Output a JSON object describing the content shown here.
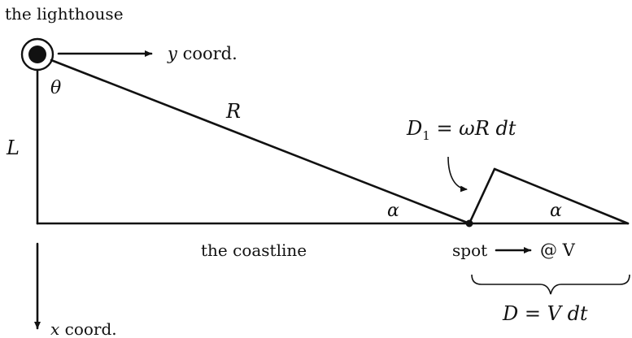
{
  "labels": {
    "lighthouse": "the lighthouse",
    "y_coord_var": "y",
    "y_coord_word": "coord.",
    "theta": "θ",
    "R": "R",
    "L": "L",
    "D1_lhs": "D",
    "D1_sub": "1",
    "D1_rhs": "= ωR dt",
    "alpha_left": "α",
    "alpha_right": "α",
    "coastline": "the coastline",
    "spot": "spot",
    "at_V": "@ V",
    "D_eq": "D = V dt",
    "x_coord_var": "x",
    "x_coord_word": "coord."
  },
  "colors": {
    "ink": "#111111",
    "background": "#ffffff"
  }
}
